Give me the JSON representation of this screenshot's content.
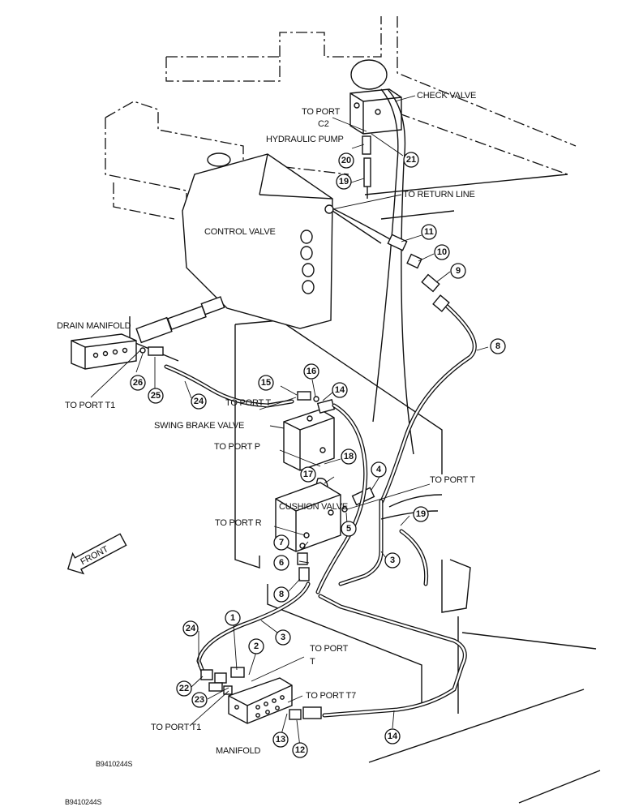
{
  "labels": {
    "check_valve": "CHECK VALVE",
    "to_port_c2_a": "TO PORT",
    "to_port_c2_b": "C2",
    "hydraulic_pump": "HYDRAULIC PUMP",
    "to_return_line": "TO RETURN LINE",
    "control_valve": "CONTROL VALVE",
    "drain_manifold": "DRAIN MANIFOLD",
    "to_port_t1_left": "TO PORT T1",
    "to_port_t_swing": "TO PORT T",
    "swing_brake_valve": "SWING BRAKE VALVE",
    "to_port_p": "TO PORT P",
    "to_port_t_right": "TO PORT T",
    "cushion_valve": "CUSHION VALVE",
    "to_port_r": "TO PORT R",
    "front": "FRONT",
    "to_port_t_bottom_a": "TO PORT",
    "to_port_t_bottom_b": "T",
    "to_port_t7": "TO PORT T7",
    "to_port_t1_bottom": "TO PORT T1",
    "manifold": "MANIFOLD",
    "figure_id_1": "B9410244S",
    "figure_id_2": "B9410244S"
  },
  "callouts": [
    "1",
    "2",
    "3",
    "3",
    "4",
    "5",
    "6",
    "7",
    "8",
    "8",
    "9",
    "10",
    "11",
    "12",
    "13",
    "14",
    "14",
    "15",
    "16",
    "17",
    "18",
    "19",
    "19",
    "20",
    "21",
    "22",
    "23",
    "24",
    "24",
    "25",
    "26"
  ]
}
